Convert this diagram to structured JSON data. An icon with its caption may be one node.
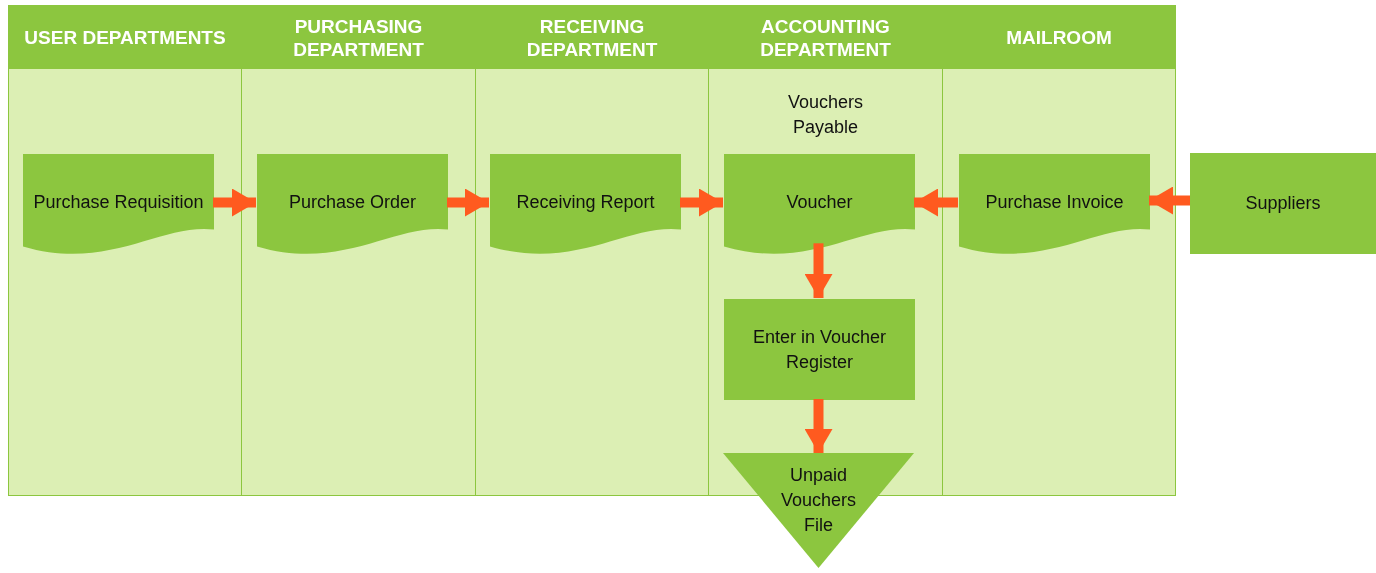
{
  "diagram": {
    "nodes": [
      {
        "text": [
          "USER DEPARTMENTS"
        ]
      },
      {
        "text": [
          "PURCHASING DEPARTMENT"
        ]
      },
      {
        "text": [
          "RECEIVING DEPARTMENT"
        ]
      },
      {
        "text": [
          "ACCOUNTING DEPARTMENT",
          "Vouchers Payable"
        ]
      },
      {
        "text": [
          "MAILROOM"
        ]
      },
      {
        "text": [
          "Purchase Requisition"
        ],
        "in": 0
      },
      {
        "text": [
          "Purchase Order"
        ],
        "in": 1
      },
      {
        "text": [
          "Receiving Report"
        ],
        "in": 2
      },
      {
        "text": [
          "Voucher"
        ],
        "in": 3
      },
      {
        "text": [
          "Enter in Voucher Register"
        ],
        "in": 3
      },
      {
        "text": [
          "Unpaid Vouchers File"
        ]
      },
      {
        "text": [
          "Purchase Invoice"
        ],
        "in": 4
      },
      {
        "text": [
          "Suppliers"
        ]
      }
    ],
    "edges": [
      {
        "from": 5,
        "to": 6,
        "arrow": "to"
      },
      {
        "from": 6,
        "to": 7,
        "arrow": "to"
      },
      {
        "from": 7,
        "to": 8,
        "arrow": "to"
      },
      {
        "from": 11,
        "to": 8,
        "arrow": "to"
      },
      {
        "from": 12,
        "to": 11,
        "arrow": "to"
      },
      {
        "from": 8,
        "to": 9,
        "arrow": "to"
      },
      {
        "from": 9,
        "to": 10,
        "arrow": "to"
      }
    ]
  }
}
